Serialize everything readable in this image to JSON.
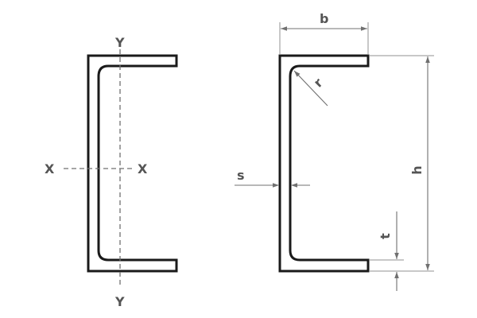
{
  "diagram": {
    "section": "channel-profile",
    "axis_labels": {
      "y_top": "Y",
      "y_bottom": "Y",
      "x_left": "X",
      "x_right": "X"
    },
    "dimension_labels": {
      "b": "b",
      "h": "h",
      "s": "s",
      "t": "t",
      "r": "r"
    },
    "colors": {
      "outline": "#1a1a1a",
      "dimension": "#707070",
      "label": "#555555",
      "background": "#ffffff"
    }
  }
}
